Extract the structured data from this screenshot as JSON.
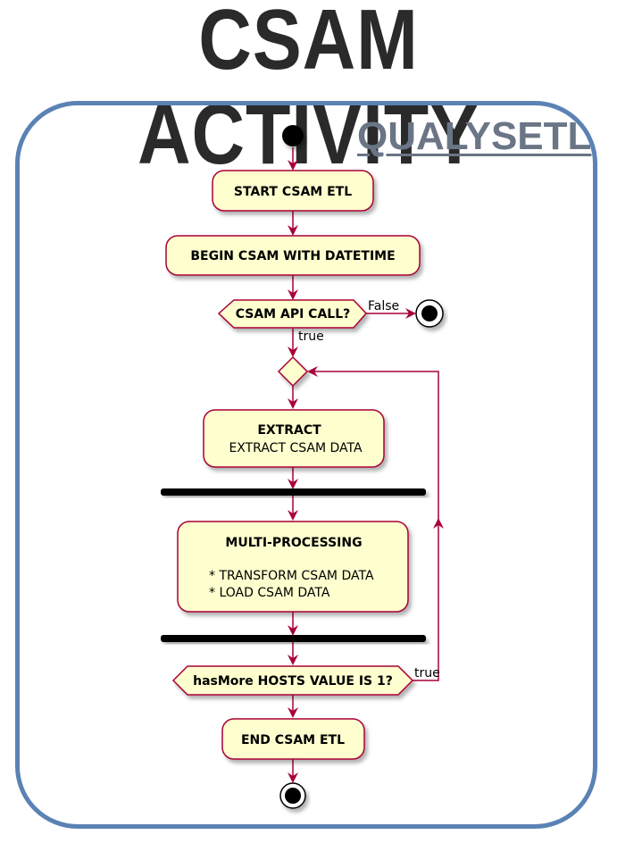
{
  "header": {
    "title": "CSAM ACTIVITY"
  },
  "brand": {
    "label": "QUALYSETL"
  },
  "colors": {
    "frame": "#5b82b4",
    "node_fill": "#fefece",
    "stroke": "#a80036",
    "bar": "#000000"
  },
  "nodes": {
    "start_etl": "START CSAM ETL",
    "begin": "BEGIN CSAM WITH DATETIME",
    "api_call": "CSAM API CALL?",
    "extract_title": "EXTRACT",
    "extract_body": "EXTRACT CSAM DATA",
    "mp_title": "MULTI-PROCESSING",
    "mp_item1": "* TRANSFORM CSAM DATA",
    "mp_item2": "* LOAD CSAM DATA",
    "has_more": "hasMore HOSTS VALUE IS 1?",
    "end_etl": "END CSAM ETL"
  },
  "edges": {
    "api_false": "False",
    "api_true": "true",
    "loop_true": "true"
  }
}
